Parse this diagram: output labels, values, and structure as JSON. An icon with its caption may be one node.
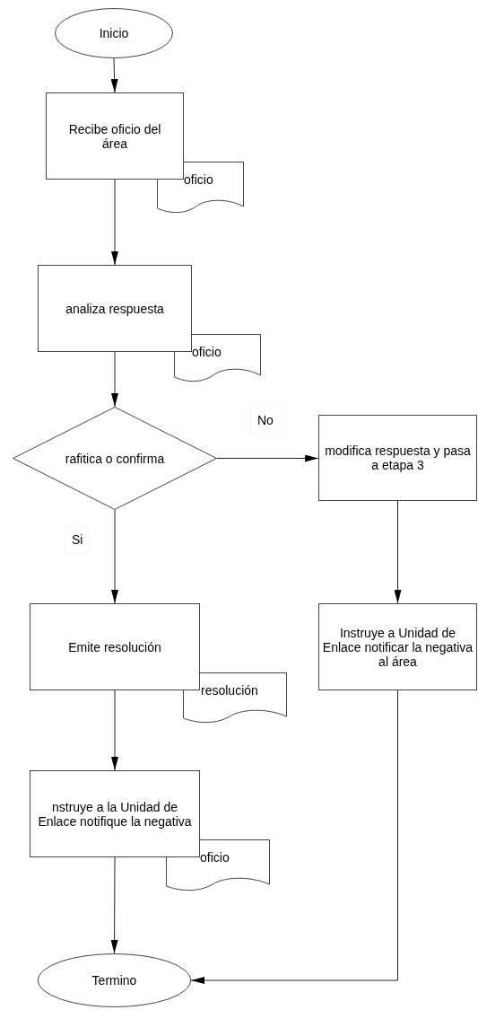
{
  "diagram": {
    "nodes": [
      {
        "text": [
          "Inicio"
        ]
      },
      {
        "text": [
          "Recibe oficio del área"
        ]
      },
      {
        "text": [
          "oficio"
        ]
      },
      {
        "text": [
          "analiza respuesta"
        ]
      },
      {
        "text": [
          "oficio"
        ]
      },
      {
        "text": [
          "rafitica o confirma"
        ]
      },
      {
        "text": [
          "modifica respuesta y pasa a etapa 3"
        ]
      },
      {
        "text": [
          "Emite resolución"
        ]
      },
      {
        "text": [
          "Instruye a Unidad de Enlace notificar la negativa al área"
        ]
      },
      {
        "text": [
          "resolución"
        ]
      },
      {
        "text": [
          "nstruye a la Unidad de Enlace notifique la negativa"
        ]
      },
      {
        "text": [
          "oficio"
        ]
      },
      {
        "text": [
          "Termino"
        ]
      }
    ],
    "edges": [
      {
        "from": 0,
        "to": 1,
        "arrow": "to"
      },
      {
        "from": 1,
        "to": 3,
        "arrow": "to"
      },
      {
        "from": 3,
        "to": 5,
        "arrow": "to"
      },
      {
        "from": 5,
        "to": 6,
        "label": "No",
        "arrow": "to"
      },
      {
        "from": 5,
        "to": 7,
        "label": "Si",
        "arrow": "to"
      },
      {
        "from": 6,
        "to": 8,
        "arrow": "to"
      },
      {
        "from": 7,
        "to": 10,
        "arrow": "to"
      },
      {
        "from": 10,
        "to": 12,
        "arrow": "to"
      },
      {
        "from": 8,
        "to": 12,
        "arrow": "to"
      }
    ]
  }
}
